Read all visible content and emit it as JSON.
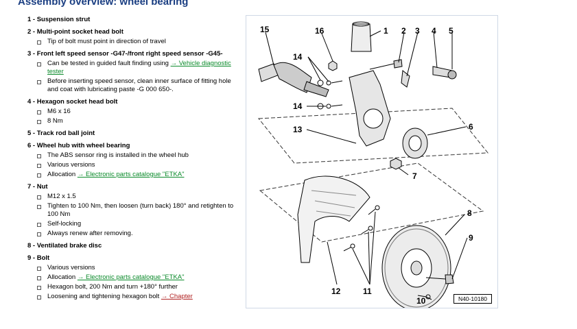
{
  "title": "Assembly overview: wheel bearing",
  "items": [
    {
      "label": "1 - Suspension strut",
      "subs": []
    },
    {
      "label": "2 - Multi-point socket head bolt",
      "subs": [
        {
          "text": "Tip of bolt must point in direction of travel"
        }
      ]
    },
    {
      "label": "3 - Front left speed sensor -G47-/front right speed sensor -G45-",
      "subs": [
        {
          "pre": "Can be tested in guided fault finding using ",
          "link": "→ Vehicle diagnostic tester"
        },
        {
          "text": "Before inserting speed sensor, clean inner surface of fitting hole and coat with lubricating paste -G 000 650-."
        }
      ]
    },
    {
      "label": "4 - Hexagon socket head bolt",
      "subs": [
        {
          "text": "M6 x 16"
        },
        {
          "text": "8 Nm"
        }
      ]
    },
    {
      "label": "5 - Track rod ball joint",
      "subs": []
    },
    {
      "label": "6 - Wheel hub with wheel bearing",
      "subs": [
        {
          "text": "The ABS sensor ring is installed in the wheel hub"
        },
        {
          "text": "Various versions"
        },
        {
          "pre": "Allocation ",
          "link": "→ Electronic parts catalogue \"ETKA\""
        }
      ]
    },
    {
      "label": "7 - Nut",
      "subs": [
        {
          "text": "M12 x 1.5"
        },
        {
          "text": "Tighten to 100 Nm, then loosen (turn back) 180° and retighten to 100 Nm"
        },
        {
          "text": "Self-locking"
        },
        {
          "text": "Always renew after removing."
        }
      ]
    },
    {
      "label": "8 - Ventilated brake disc",
      "subs": []
    },
    {
      "label": "9 - Bolt",
      "subs": [
        {
          "text": "Various versions"
        },
        {
          "pre": "Allocation ",
          "link": "→ Electronic parts catalogue \"ETKA\""
        },
        {
          "text": "Hexagon bolt, 200 Nm and turn +180° further"
        },
        {
          "pre": "Loosening and tightening hexagon bolt ",
          "link_red": "→ Chapter"
        }
      ]
    }
  ],
  "figure": {
    "code": "N40-10180",
    "callouts": [
      "15",
      "16",
      "1",
      "2",
      "3",
      "4",
      "5",
      "14",
      "14",
      "13",
      "6",
      "7",
      "8",
      "9",
      "12",
      "11",
      "10"
    ]
  }
}
